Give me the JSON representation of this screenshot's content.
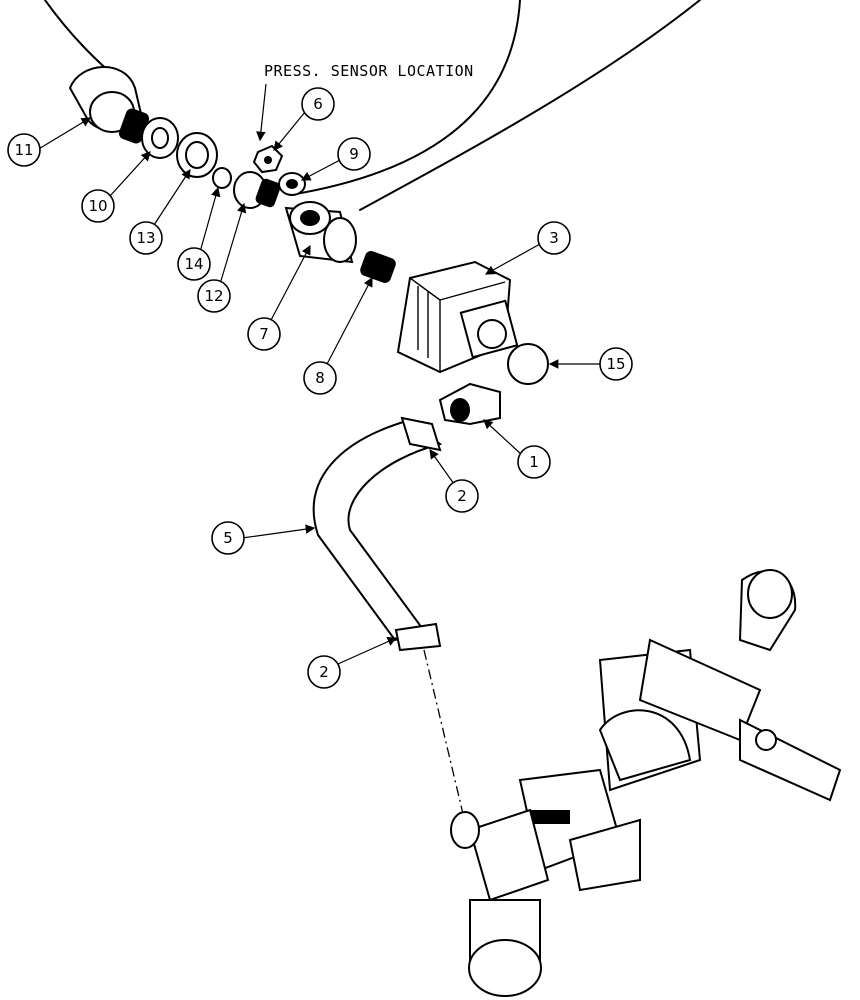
{
  "note": "PRESS. SENSOR LOCATION",
  "callouts": [
    "11",
    "10",
    "13",
    "14",
    "12",
    "7",
    "8",
    "6",
    "9",
    "3",
    "15",
    "1",
    "2",
    "5",
    "2"
  ]
}
